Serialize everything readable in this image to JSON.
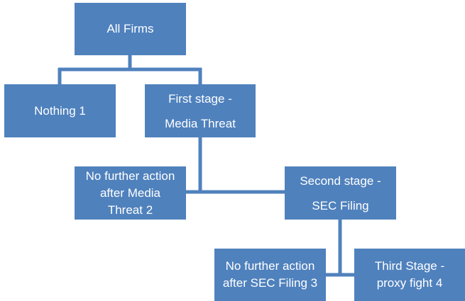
{
  "nodes": {
    "all_firms": "All Firms",
    "nothing": "Nothing   1",
    "first_stage": "First stage -\nMedia Threat",
    "no_action_media": "No further action\nafter Media\nThreat 2",
    "second_stage": "Second stage -\nSEC Filing",
    "no_action_sec": "No further action\nafter SEC Filing  3",
    "third_stage": "Third Stage -\nproxy fight   4"
  },
  "colors": {
    "box_fill": "#4f81bd",
    "connector": "#4f81bd",
    "text": "#ffffff"
  }
}
